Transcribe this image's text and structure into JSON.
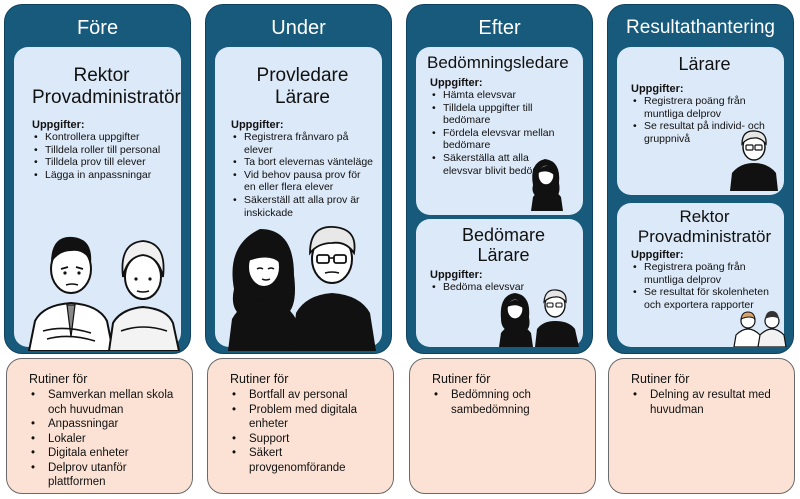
{
  "columns": [
    {
      "title": "Före",
      "panels": [
        {
          "role_lines": [
            "Rektor",
            "Provadministratör"
          ],
          "tasks_heading": "Uppgifter:",
          "tasks": [
            "Kontrollera uppgifter",
            "Tilldela roller till personal",
            "Tilldela prov till elever",
            "Lägga in anpassningar"
          ]
        }
      ],
      "routine": {
        "heading": "Rutiner för",
        "items": [
          "Samverkan mellan skola och huvudman",
          "Anpassningar",
          "Lokaler",
          "Digitala enheter",
          "Delprov utanför plattformen"
        ]
      }
    },
    {
      "title": "Under",
      "panels": [
        {
          "role_lines": [
            "Provledare",
            "Lärare"
          ],
          "tasks_heading": "Uppgifter:",
          "tasks": [
            "Registrera frånvaro på elever",
            "Ta bort elevernas vänteläge",
            "Vid behov pausa prov för en eller flera elever",
            "Säkerställ att alla prov är inskickade"
          ]
        }
      ],
      "routine": {
        "heading": "Rutiner för",
        "items": [
          "Bortfall av personal",
          "Problem med digitala enheter",
          "Support",
          "Säkert provgenomförande"
        ]
      }
    },
    {
      "title": "Efter",
      "panels": [
        {
          "role_lines": [
            "Bedömningsledare"
          ],
          "tasks_heading": "Uppgifter:",
          "tasks": [
            "Hämta elevsvar",
            "Tilldela uppgifter till bedömare",
            "Fördela elevsvar mellan bedömare",
            "Säkerställa att alla elevsvar blivit bedömda"
          ]
        },
        {
          "role_lines": [
            "Bedömare",
            "Lärare"
          ],
          "tasks_heading": "Uppgifter:",
          "tasks": [
            "Bedöma elevsvar"
          ]
        }
      ],
      "routine": {
        "heading": "Rutiner för",
        "items": [
          "Bedömning och sambedömning"
        ]
      }
    },
    {
      "title": "Resultathantering",
      "panels": [
        {
          "role_lines": [
            "Lärare"
          ],
          "tasks_heading": "Uppgifter:",
          "tasks": [
            "Registrera poäng från muntliga delprov",
            "Se resultat på individ- och gruppnivå"
          ]
        },
        {
          "role_lines": [
            "Rektor",
            "Provadministratör"
          ],
          "tasks_heading": "Uppgifter:",
          "tasks": [
            "Registrera poäng från muntliga delprov",
            "Se resultat för skolenheten och exportera rapporter"
          ]
        }
      ],
      "routine": {
        "heading": "Rutiner för",
        "items": [
          "Delning av resultat med huvudman"
        ]
      }
    }
  ],
  "colors": {
    "header_blue": "#175a7c",
    "panel_blue": "#dce9f8",
    "routine_peach": "#fbe2d5"
  },
  "illustrations": [
    "two-staff-illustration",
    "two-teachers-illustration",
    "woman-illustration",
    "two-assessors-illustration",
    "teacher-man-illustration",
    "two-principals-illustration"
  ]
}
